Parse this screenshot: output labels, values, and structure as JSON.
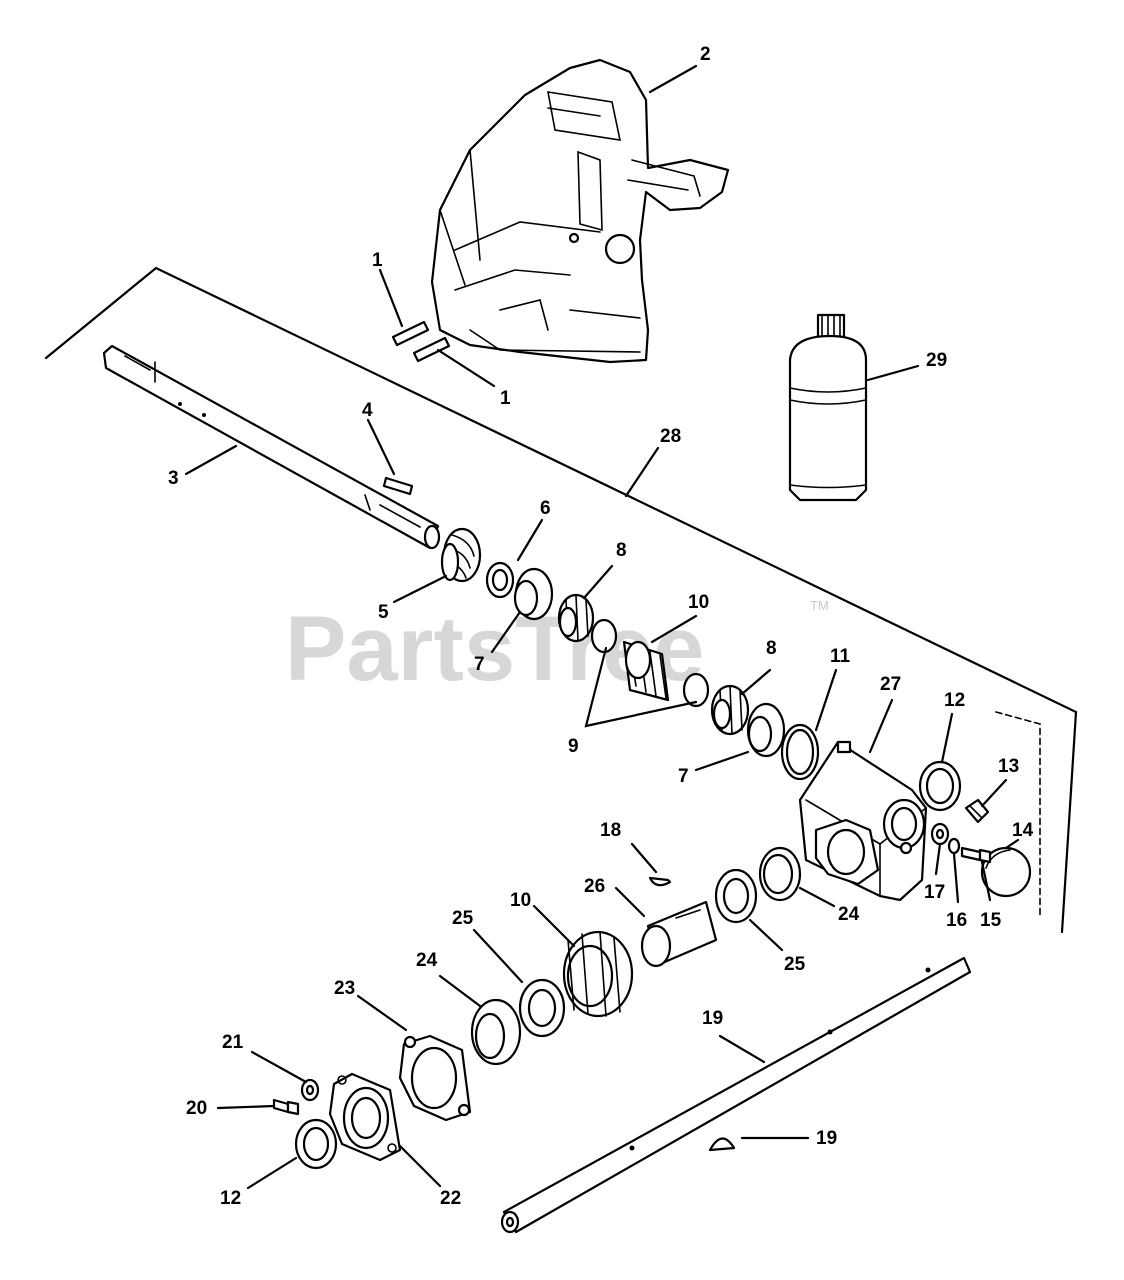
{
  "watermark": {
    "text": "PartsTree",
    "tm": "TM"
  },
  "callouts": {
    "c1a": "1",
    "c1b": "1",
    "c2": "2",
    "c3": "3",
    "c4": "4",
    "c5": "5",
    "c6": "6",
    "c7a": "7",
    "c7b": "7",
    "c8a": "8",
    "c8b": "8",
    "c9": "9",
    "c10a": "10",
    "c10b": "10",
    "c11": "11",
    "c12a": "12",
    "c12b": "12",
    "c13": "13",
    "c14": "14",
    "c15": "15",
    "c16": "16",
    "c17": "17",
    "c18": "18",
    "c19a": "19",
    "c19b": "19",
    "c20": "20",
    "c21": "21",
    "c22": "22",
    "c23": "23",
    "c24a": "24",
    "c24b": "24",
    "c25a": "25",
    "c25b": "25",
    "c26": "26",
    "c27": "27",
    "c28": "28",
    "c29": "29"
  }
}
